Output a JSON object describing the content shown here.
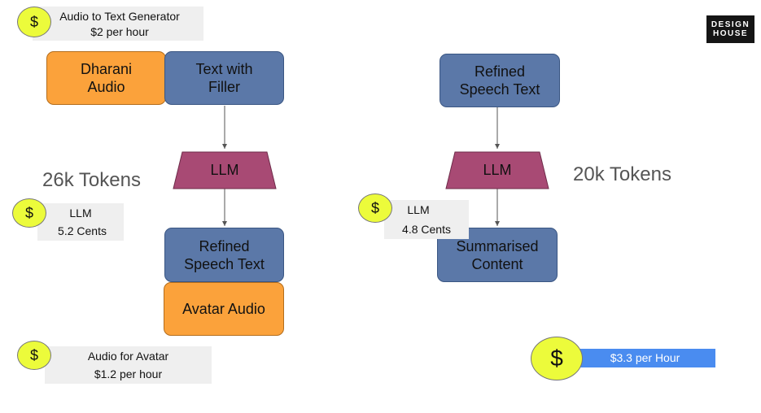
{
  "logo": {
    "line1": "DESIGN",
    "line2": "HOUSE"
  },
  "left_flow": {
    "source_box": "Dharani\nAudio",
    "text_box": "Text with\nFiller",
    "llm": "LLM",
    "refined_box": "Refined\nSpeech Text",
    "avatar_box": "Avatar Audio",
    "tokens": "26k Tokens"
  },
  "right_flow": {
    "refined_box": "Refined\nSpeech Text",
    "llm": "LLM",
    "summary_box": "Summarised\nContent",
    "tokens": "20k Tokens"
  },
  "costs": {
    "symbol": "$",
    "audio_to_text": {
      "title": "Audio to Text Generator",
      "price": "$2 per hour"
    },
    "llm_left": {
      "title": "LLM",
      "price": "5.2 Cents"
    },
    "llm_right": {
      "title": "LLM",
      "price": "4.8 Cents"
    },
    "avatar_audio": {
      "title": "Audio for Avatar",
      "price": "$1.2 per hour"
    },
    "total": "$3.3 per Hour"
  },
  "colors": {
    "orange": "#fba23b",
    "blue": "#5b78a8",
    "llm": "#a84a74",
    "coin": "#ecfb3b",
    "total_bar": "#4a8cf0"
  }
}
